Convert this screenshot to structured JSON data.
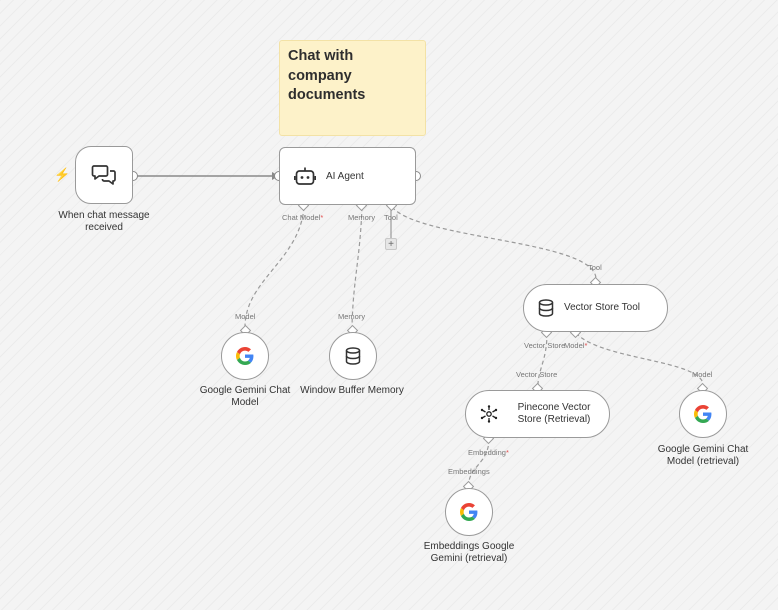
{
  "sticky": {
    "text": "Chat with company documents"
  },
  "nodes": {
    "trigger": {
      "label": "When chat message received",
      "icon": "chat-bubbles-icon"
    },
    "agent": {
      "title": "AI Agent",
      "icon": "robot-icon"
    },
    "gemini_chat": {
      "label": "Google Gemini Chat Model",
      "icon": "google-g-icon"
    },
    "window_buffer": {
      "label": "Window Buffer Memory",
      "icon": "database-icon"
    },
    "vector_store_tool": {
      "title": "Vector Store Tool",
      "icon": "database-icon"
    },
    "pinecone": {
      "title": "Pinecone Vector Store (Retrieval)",
      "icon": "pinecone-icon"
    },
    "gemini_chat_retrieval": {
      "label": "Google Gemini Chat Model (retrieval)",
      "icon": "google-g-icon"
    },
    "embeddings": {
      "label": "Embeddings Google Gemini (retrieval)",
      "icon": "google-g-icon"
    }
  },
  "ports": {
    "agent_chat_model": "Chat Model",
    "agent_memory": "Memory",
    "agent_tool": "Tool",
    "gemini_model_in": "Model",
    "memory_in": "Memory",
    "tool_in": "Tool",
    "vst_vector_store": "Vector Store",
    "vst_model": "Model",
    "pine_vector_store_in": "Vector Store",
    "model_in_retrieval": "Model",
    "pine_embedding": "Embedding",
    "embeddings_in": "Embeddings",
    "required_marker": "*"
  },
  "buttons": {
    "add_tool": "+"
  },
  "colors": {
    "sticky": "#fdf2c9",
    "required": "#e24b4b",
    "trigger_bolt": "#f5a623"
  }
}
